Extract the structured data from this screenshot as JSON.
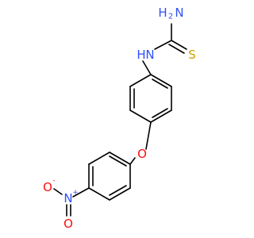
{
  "molecule": {
    "atoms": {
      "n_amine": "N",
      "h2": "H",
      "h2_sub": "2",
      "s": "S",
      "n_h_left": "N",
      "n_h_right": "H",
      "o_ether": "O",
      "n_nitro": "N",
      "n_nitro_charge": "+",
      "o_nitro_left": "O",
      "o_nitro_left_charge": "-",
      "o_nitro_bottom": "O"
    },
    "colors": {
      "bond": "#000000",
      "nitrogen": "#3050F8",
      "oxygen": "#FF0D0D",
      "sulfur": "#C8A400",
      "carbon": "#000000"
    }
  }
}
